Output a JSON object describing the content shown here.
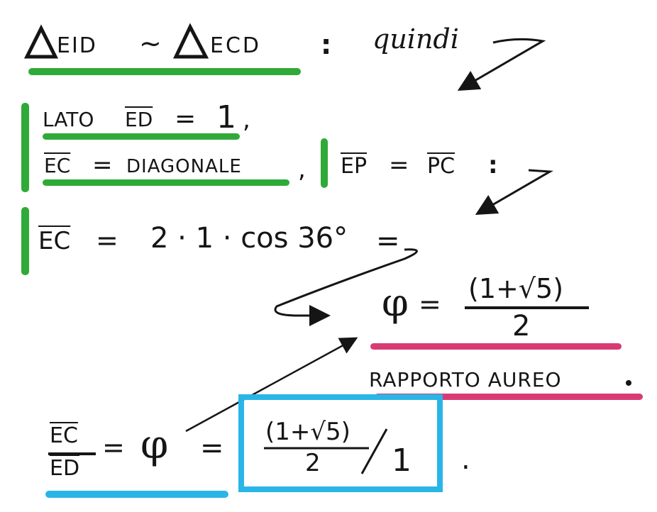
{
  "line1": {
    "tri_left": "EID",
    "sim": "~",
    "tri_right": "ECD",
    "colon": ":",
    "quindi": "quindi"
  },
  "line2": {
    "lato_label": "LATO",
    "ed": "ED",
    "eq": "=",
    "one": "1",
    "comma": ","
  },
  "line3": {
    "ec": "EC",
    "eq": "=",
    "diagonale": "DIAGONALE",
    "comma": ",",
    "ep": "EP",
    "eq2": "=",
    "pc": "PC",
    "colon": ":"
  },
  "line4": {
    "ec": "EC",
    "eq": "=",
    "expr": "2 · 1 · cos 36°",
    "eq2": "="
  },
  "phi_def": {
    "phi": "φ",
    "eq": "=",
    "numerator": "(1+√5)",
    "denominator": "2"
  },
  "rapporto": "RAPPORTO AUREO",
  "final": {
    "num": "EC",
    "den": "ED",
    "eq": "=",
    "phi": "φ",
    "eq2": "=",
    "box_num": "(1+√5)",
    "box_den": "2",
    "box_one": "1",
    "dot": "."
  },
  "colors": {
    "green": "#2faa38",
    "pink": "#d83a74",
    "cyan": "#29b6e6",
    "ink": "#151515"
  }
}
